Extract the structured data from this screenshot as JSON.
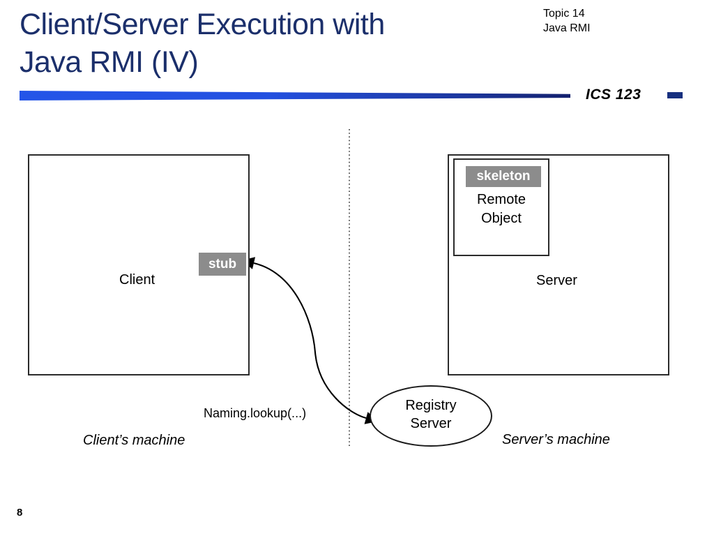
{
  "slide": {
    "title": "Client/Server Execution with\nJava RMI (IV)",
    "topic_line1": "Topic 14",
    "topic_line2": "Java RMI",
    "course_label": "ICS 123",
    "page_number": "8",
    "title_color": "#1b2f6b",
    "rule_color_start": "#2455e8",
    "rule_color_end": "#14216e",
    "tag_color": "#8c8c8c"
  },
  "diagram": {
    "client_box_label": "Client",
    "stub_label": "stub",
    "server_box_label": "Server",
    "skeleton_label": "skeleton",
    "remote_object_label": "Remote\nObject",
    "registry_label": "Registry\nServer",
    "lookup_call_label": "Naming.lookup(...)",
    "client_machine_label": "Client’s machine",
    "server_machine_label": "Server’s machine"
  }
}
